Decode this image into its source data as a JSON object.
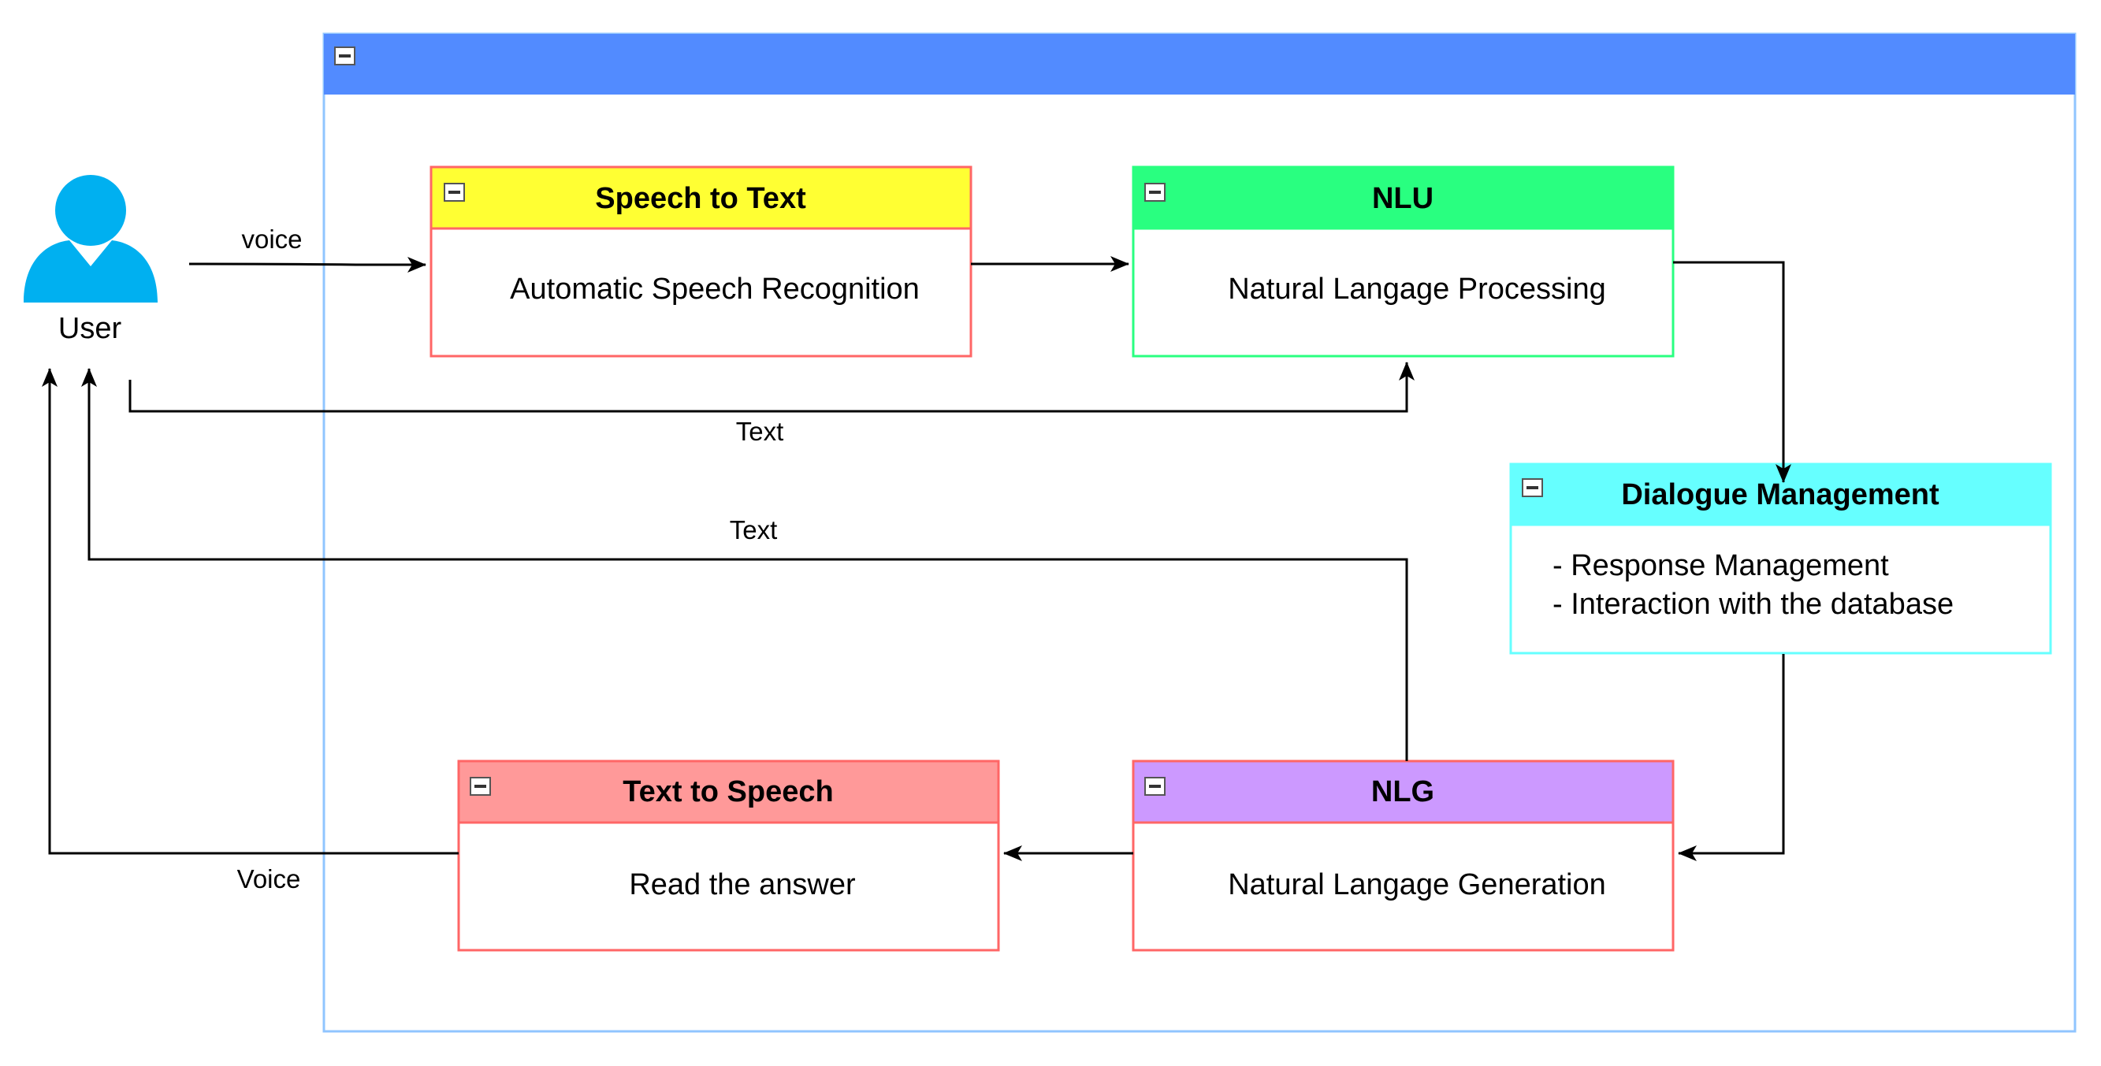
{
  "user": {
    "label": "User"
  },
  "container": {
    "header_color": "#528bff",
    "border_color": "#90c5ff"
  },
  "nodes": {
    "speech_to_text": {
      "title": "Speech to Text",
      "body": [
        "Automatic Speech Recognition"
      ],
      "header_color": "#ffff33",
      "border_color": "#ff6666"
    },
    "nlu": {
      "title": "NLU",
      "body": [
        "Natural Langage Processing"
      ],
      "header_color": "#29ff80",
      "border_color": "#29ff80"
    },
    "dialogue_management": {
      "title": "Dialogue Management",
      "body": [
        "- Response Management",
        "- Interaction with the database"
      ],
      "header_color": "#66ffff",
      "border_color": "#66ffff"
    },
    "nlg": {
      "title": "NLG",
      "body": [
        "Natural Langage Generation"
      ],
      "header_color": "#cc99ff",
      "border_color": "#ff6666"
    },
    "text_to_speech": {
      "title": "Text to Speech",
      "body": [
        "Read the answer"
      ],
      "header_color": "#ff9999",
      "border_color": "#ff6666"
    }
  },
  "edges": {
    "user_to_stt": "voice",
    "user_to_nlu": "Text",
    "nlg_to_user": "Text",
    "tts_to_user": "Voice"
  },
  "icons": {
    "collapse": "collapse-icon",
    "user": "user-icon"
  }
}
